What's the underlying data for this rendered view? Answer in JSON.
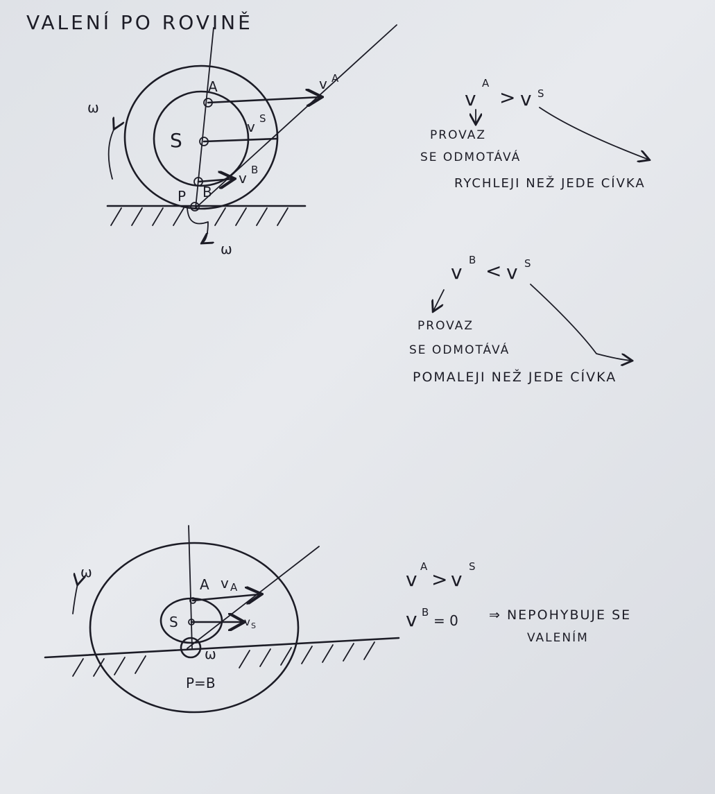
{
  "title": "VALENÍ PO ROVINĚ",
  "diagram1": {
    "labels": {
      "A": "A",
      "S": "S",
      "B": "B",
      "P": "P",
      "omega": "ω"
    },
    "vectors": {
      "vA": "v",
      "vA_sup": "A",
      "vS": "v",
      "vS_sup": "S",
      "vB": "v",
      "vB_sup": "B"
    }
  },
  "notes1": {
    "relation": "v",
    "relation_sup_left": "A",
    "operator": ">",
    "relation_right": "v",
    "relation_sup_right": "S",
    "left_text": [
      "PROVAZ",
      "SE ODMOTÁVÁ"
    ],
    "bottom_text": "RYCHLEJI NEŽ JEDE CÍVKA"
  },
  "notes2": {
    "relation": "v",
    "relation_sup_left": "B",
    "operator": "<",
    "relation_right": "v",
    "relation_sup_right": "S",
    "left_text": [
      "PROVAZ",
      "SE ODMOTÁVÁ"
    ],
    "bottom_text": "POMALEJI NEŽ JEDE CÍVKA"
  },
  "diagram2": {
    "labels": {
      "A": "A",
      "S": "S",
      "PB": "P=B",
      "omega": "ω"
    },
    "vectors": {
      "vA": "v",
      "vA_sub": "A",
      "vS": "v",
      "vS_sub": "S"
    }
  },
  "notes3": {
    "line1_left": "v",
    "line1_sup_left": "A",
    "line1_op": ">",
    "line1_right": "v",
    "line1_sup_right": "S",
    "line2": "v",
    "line2_sup": "B",
    "line2_rest": "= 0",
    "implies": "⇒ NEPOHYBUJE SE",
    "implies2": "VALENÍM"
  }
}
